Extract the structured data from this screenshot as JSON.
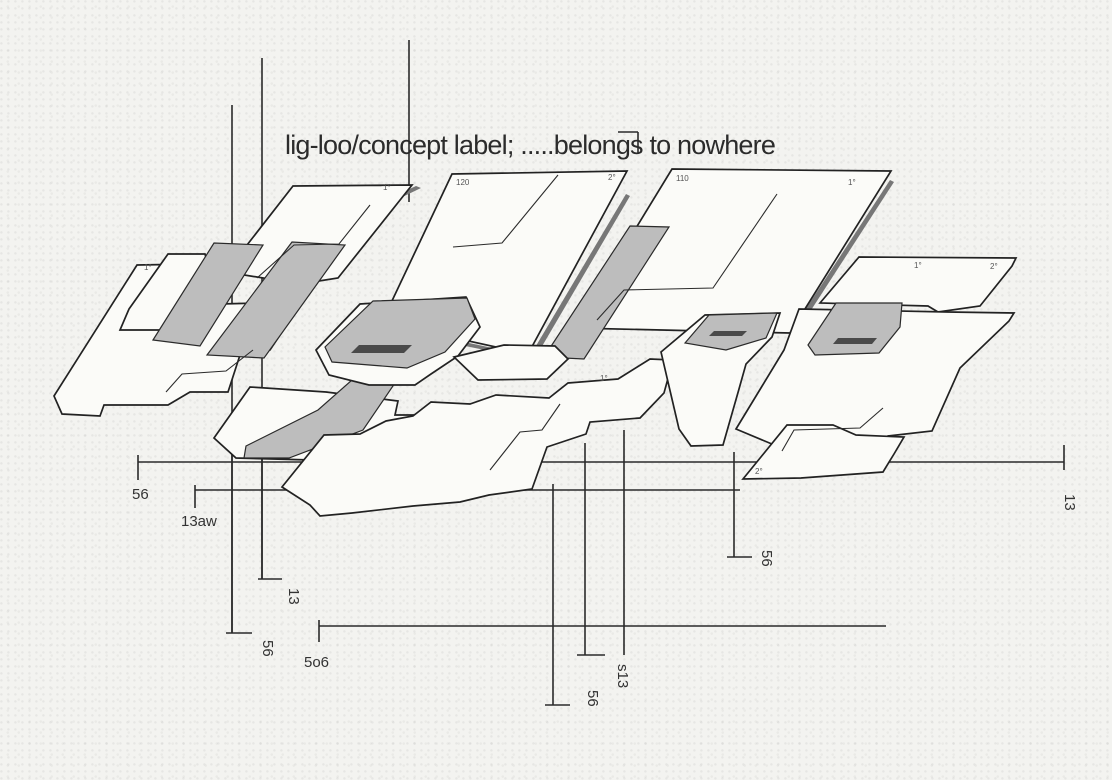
{
  "title": "lig-loo/concept label; .....belongs to nowhere",
  "dimensions": {
    "left_56": "56",
    "left_13aw": "13aw",
    "left_13_vertical": "13",
    "left_56_vertical": "56",
    "bottom_506": "5o6",
    "center_56_vertical": "56",
    "center_s13_vertical": "s13",
    "right_56_vertical": "56",
    "far_right_13_vertical": "13"
  },
  "plate_marks": [
    "1°",
    "120",
    "2°",
    "110",
    "1°",
    "1°",
    "1°",
    "2°",
    "1°",
    "2°"
  ],
  "colors": {
    "ink": "#2b2b2b",
    "paper": "#f3f3f0",
    "hatch": "#bdbdbd"
  }
}
